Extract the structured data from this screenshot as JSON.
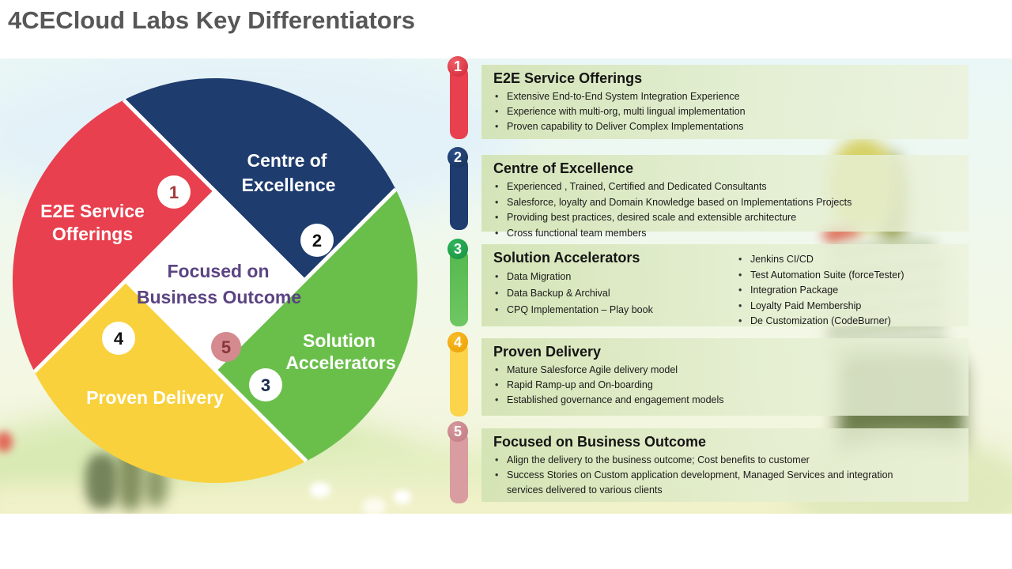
{
  "slide": {
    "title": "4CECloud Labs Key Differentiators"
  },
  "colors": {
    "title_text": "#575757",
    "wheel_red": "#E8404E",
    "wheel_navy": "#1E3C6E",
    "wheel_green": "#6ABF4B",
    "wheel_yellow": "#F9D13C",
    "center_text_purple": "#5B4482",
    "badge5_pink": "#D48A8E",
    "rail_pink": "#D99CA0",
    "card_bg_green": "#D9E6C0"
  },
  "diagram": {
    "quadrants": [
      {
        "badge": "1",
        "line1": "E2E Service",
        "line2": "Offerings"
      },
      {
        "badge": "2",
        "line1": "Centre of",
        "line2": "Excellence"
      },
      {
        "badge": "3",
        "line1": "Solution",
        "line2": "Accelerators"
      },
      {
        "badge": "4",
        "line1": "Proven Delivery",
        "line2": ""
      }
    ],
    "center": {
      "badge": "5",
      "line1": "Focused on",
      "line2": "Business Outcome"
    }
  },
  "sections": [
    {
      "number": "1",
      "title": "E2E Service Offerings",
      "bullets": [
        "Extensive End-to-End System Integration Experience",
        "Experience with multi-org, multi lingual implementation",
        "Proven capability to Deliver Complex Implementations"
      ]
    },
    {
      "number": "2",
      "title": "Centre of Excellence",
      "bullets": [
        "Experienced , Trained, Certified and Dedicated Consultants",
        "Salesforce, loyalty and Domain Knowledge based on Implementations Projects",
        "Providing best practices, desired scale and extensible architecture",
        "Cross functional team members"
      ]
    },
    {
      "number": "3",
      "title": "Solution Accelerators",
      "bullets": [
        "Data Migration",
        "Data Backup & Archival",
        "CPQ Implementation  – Play book"
      ],
      "bullets_right": [
        "Jenkins CI/CD",
        "Test Automation Suite (forceTester)",
        "Integration Package",
        "Loyalty Paid Membership",
        "De Customization (CodeBurner)"
      ]
    },
    {
      "number": "4",
      "title": "Proven Delivery",
      "bullets": [
        "Mature Salesforce Agile delivery model",
        "Rapid Ramp-up and On-boarding",
        "Established governance and engagement models"
      ]
    },
    {
      "number": "5",
      "title": "Focused on Business Outcome",
      "bullets": [
        "Align the delivery to the business outcome; Cost benefits to customer",
        "Success Stories on Custom application development, Managed Services and integration services delivered to various clients"
      ]
    }
  ]
}
